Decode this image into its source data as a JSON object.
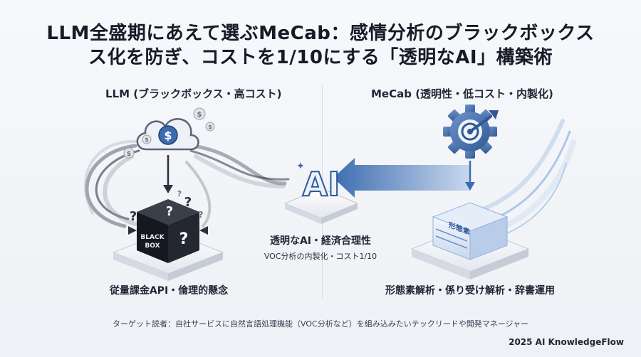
{
  "title": {
    "line1": "LLM全盛期にあえて選ぶMeCab：感情分析のブラックボックス",
    "line2": "ス化を防ぎ、コストを1/10にする「透明なAI」構築術"
  },
  "left": {
    "heading": "LLM (ブラックボックス・高コスト)",
    "box_label_line1": "BLACK",
    "box_label_line2": "BOX",
    "caption": "従量課金API・倫理的懸念"
  },
  "center": {
    "ai_label": "AI",
    "caption": "透明なAI・経済合理性",
    "subcaption": "VOC分析の内製化・コスト1/10"
  },
  "right": {
    "heading": "MeCab (透明性・低コスト・内製化)",
    "tile_label": "形態素",
    "caption": "形態素解析・係り受け解析・辞書運用"
  },
  "footer": "ターゲット読者：自社サービスに自然言語処理機能（VOC分析など）を組み込みたいテックリードや開発マネージャー",
  "credit": "2025 AI KnowledgeFlow",
  "colors": {
    "accent": "#3d6db0",
    "dark": "#1c2230",
    "light_blue": "#8fb3e0"
  }
}
